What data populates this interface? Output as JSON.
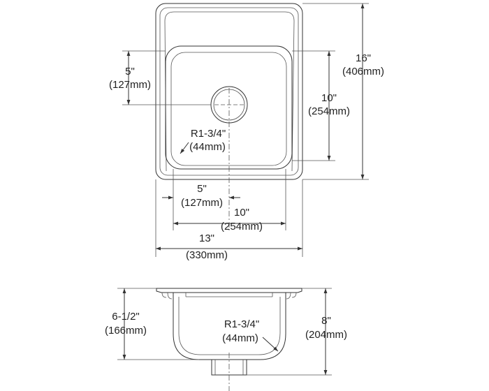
{
  "diagram": {
    "top_view": {
      "overall_width": {
        "imperial": "13\"",
        "metric": "(330mm)"
      },
      "overall_length": {
        "imperial": "16\"",
        "metric": "(406mm)"
      },
      "bowl_width": {
        "imperial": "10\"",
        "metric": "(254mm)"
      },
      "bowl_length": {
        "imperial": "10\"",
        "metric": "(254mm)"
      },
      "drain_offset_x": {
        "imperial": "5\"",
        "metric": "(127mm)"
      },
      "drain_offset_y": {
        "imperial": "5\"",
        "metric": "(127mm)"
      },
      "corner_radius": {
        "imperial": "R1-3/4\"",
        "metric": "(44mm)"
      }
    },
    "side_view": {
      "overall_depth": {
        "imperial": "8\"",
        "metric": "(204mm)"
      },
      "bowl_depth": {
        "imperial": "6-1/2\"",
        "metric": "(166mm)"
      },
      "corner_radius": {
        "imperial": "R1-3/4\"",
        "metric": "(44mm)"
      }
    },
    "colors": {
      "line": "#333333",
      "text": "#222222",
      "background": "#ffffff"
    }
  }
}
